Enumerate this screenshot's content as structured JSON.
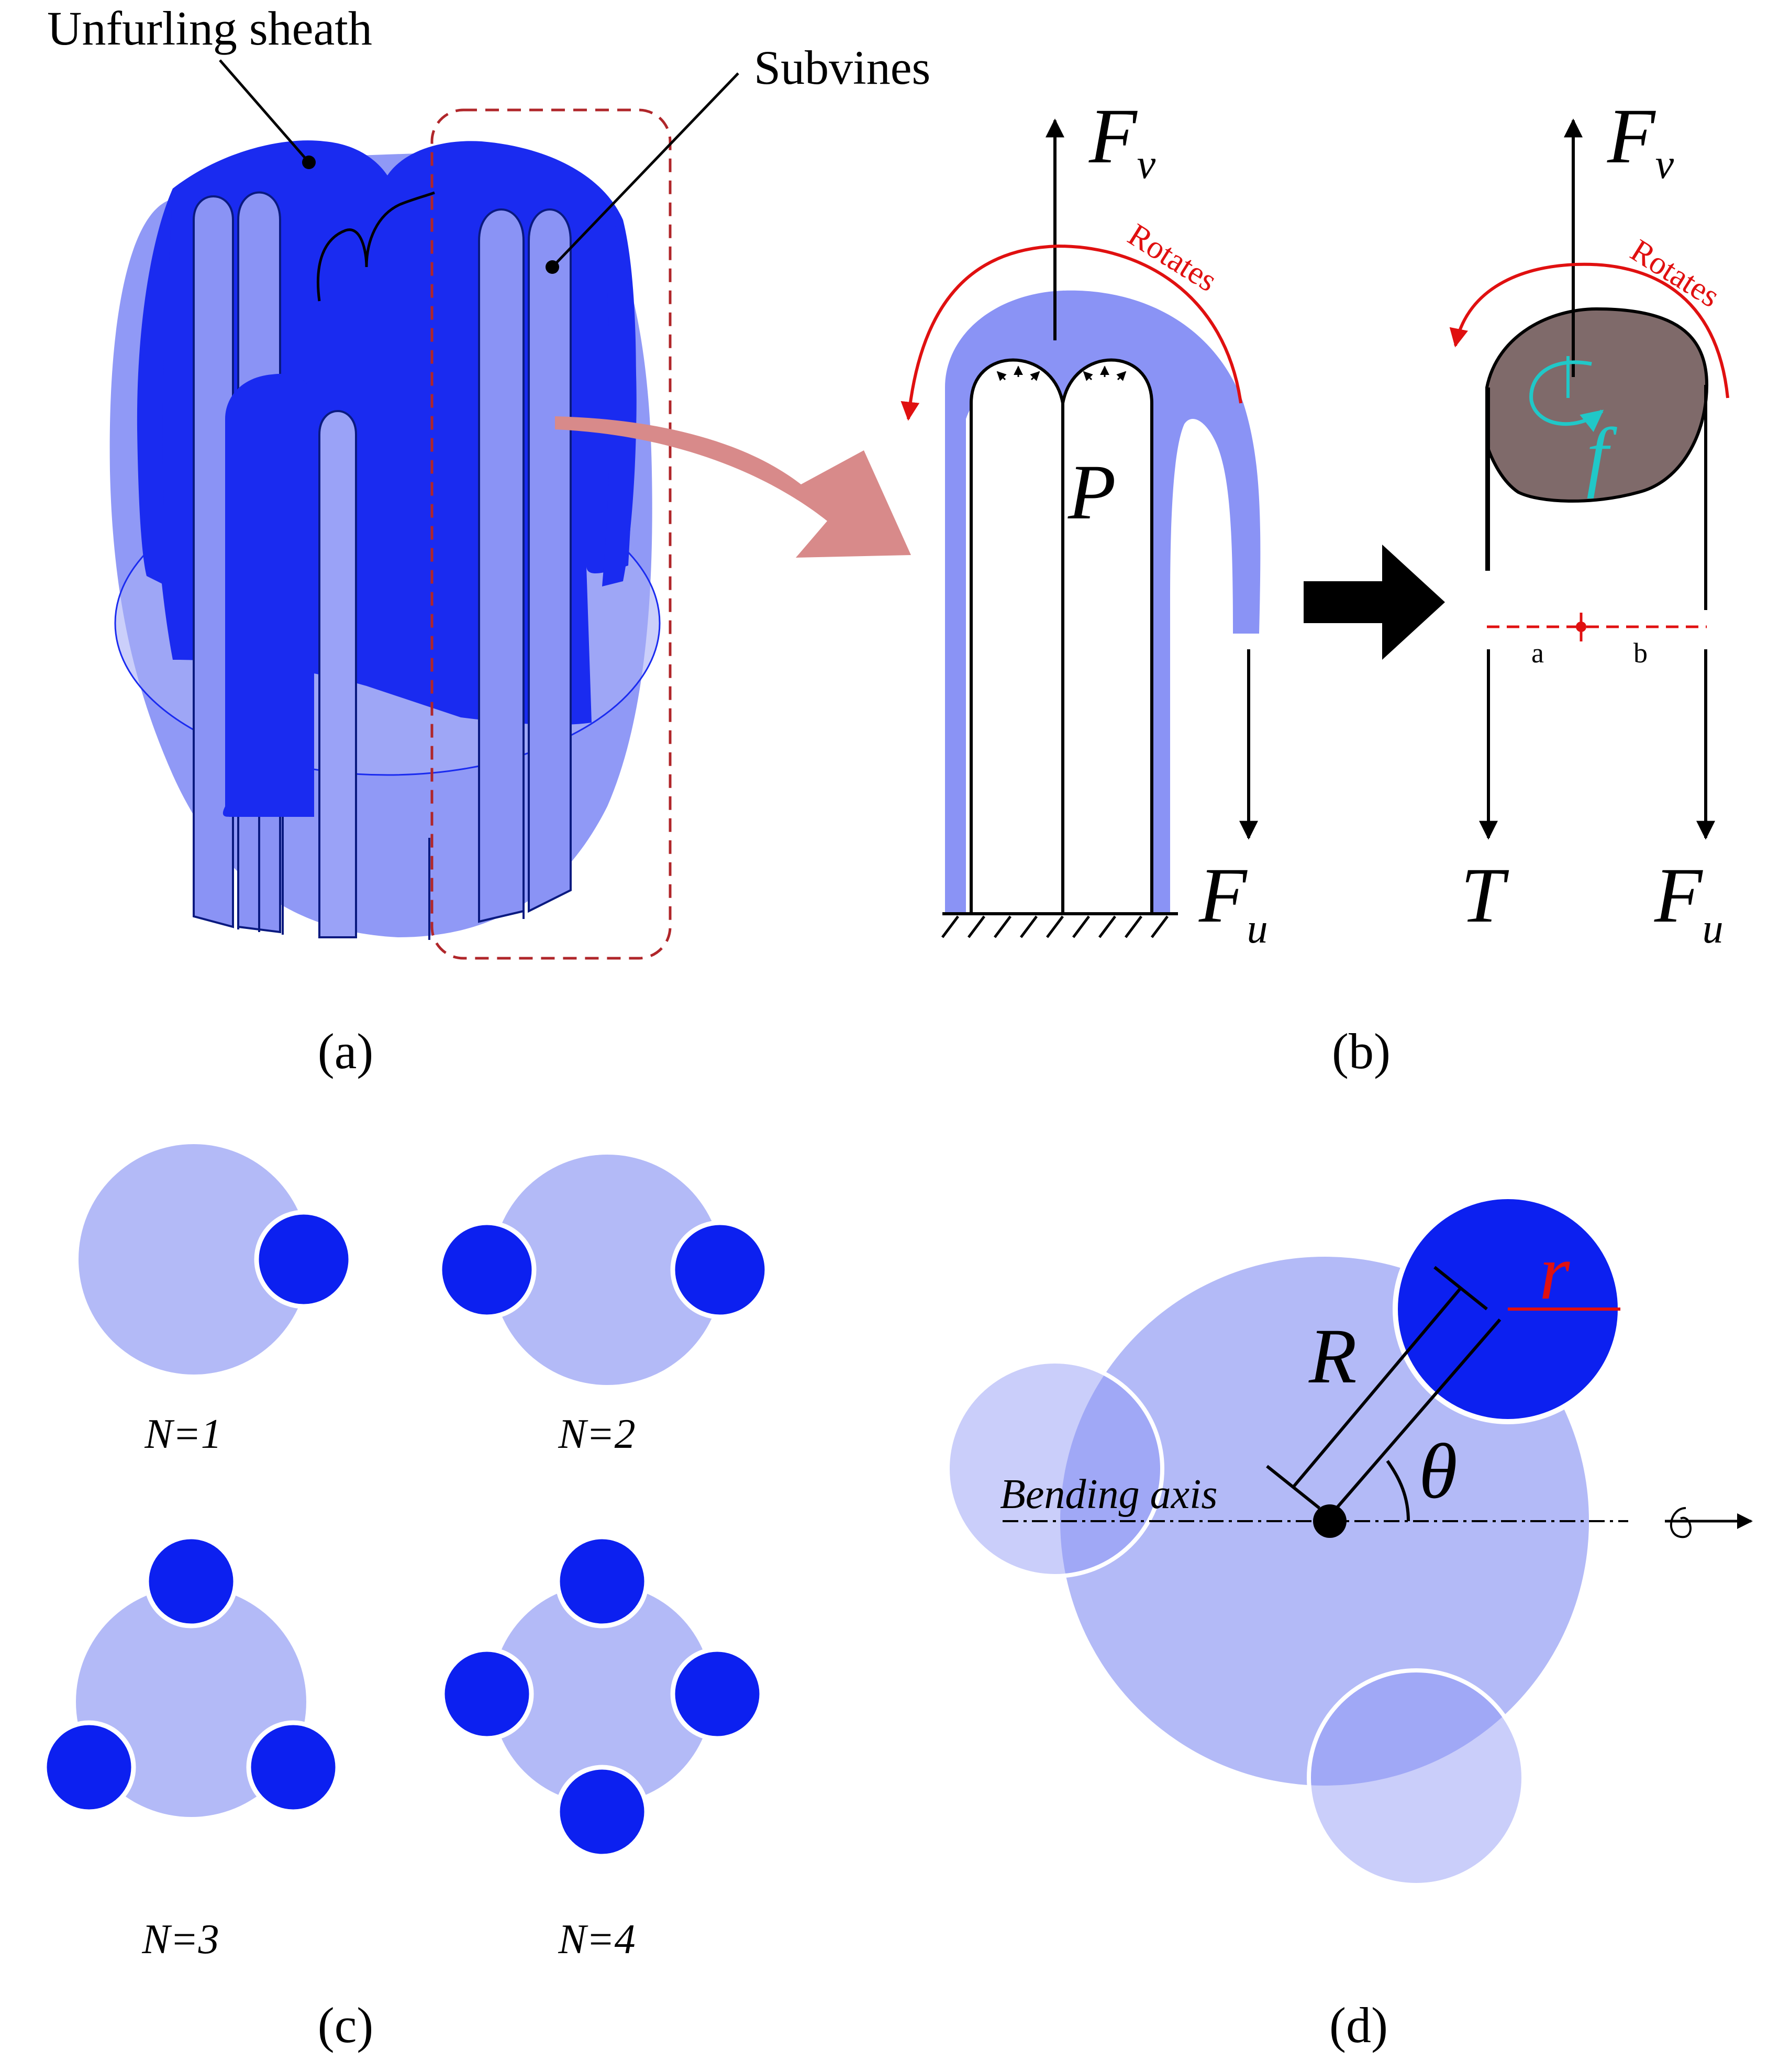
{
  "panel_a": {
    "callouts": {
      "sheath": "Unfurling sheath",
      "subvines": "Subvines"
    },
    "caption": "(a)"
  },
  "panel_b": {
    "rotates_left": "Rotates",
    "rotates_right": "Rotates",
    "fv_left": {
      "main": "F",
      "sub": "v"
    },
    "fv_right": {
      "main": "F",
      "sub": "v"
    },
    "fu_left": {
      "main": "F",
      "sub": "u"
    },
    "fu_right": {
      "main": "F",
      "sub": "u"
    },
    "pressure": "P",
    "tension": "T",
    "friction": "f",
    "arm_a": "a",
    "arm_b": "b",
    "caption": "(b)"
  },
  "panel_c": {
    "labels": [
      "N=1",
      "N=2",
      "N=3",
      "N=4"
    ],
    "caption": "(c)"
  },
  "panel_d": {
    "big_radius": "R",
    "small_radius": "r",
    "angle": "θ",
    "axis_label": "Bending axis",
    "caption": "(d)"
  },
  "colors": {
    "vine_dark": "#1a2bf0",
    "vine_mid": "#8a93f5",
    "vine_light": "#b3baf7",
    "subvine_solid": "#0c20f0",
    "guide_red": "#e01010",
    "dashed_box": "#b0262a",
    "big_arrow": "#d88a8a",
    "head_fill": "#7f6a6a",
    "friction_cyan": "#20c8c8"
  }
}
